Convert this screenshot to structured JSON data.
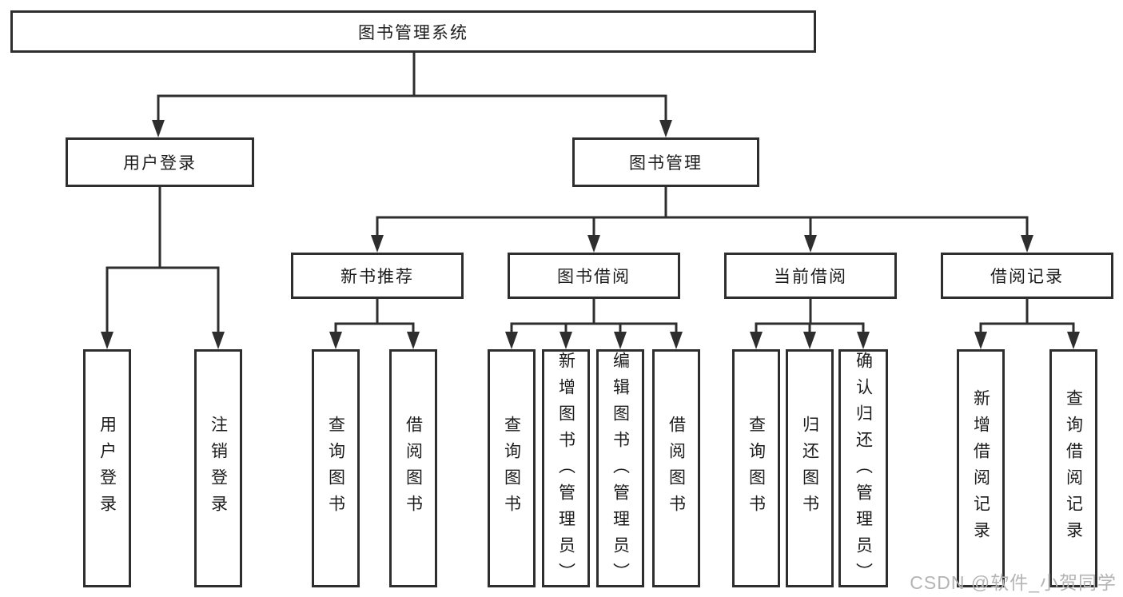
{
  "diagram_title": "图书管理系统",
  "tree": {
    "root": {
      "label": "图书管理系统"
    },
    "branches": [
      {
        "label": "用户登录",
        "children": [
          {
            "label": "用户登录"
          },
          {
            "label": "注销登录"
          }
        ]
      },
      {
        "label": "图书管理",
        "children": [
          {
            "label": "新书推荐",
            "children": [
              {
                "label": "查询图书"
              },
              {
                "label": "借阅图书"
              }
            ]
          },
          {
            "label": "图书借阅",
            "children": [
              {
                "label": "查询图书"
              },
              {
                "label": "新增图书（管理员）"
              },
              {
                "label": "编辑图书（管理员）"
              },
              {
                "label": "借阅图书"
              }
            ]
          },
          {
            "label": "当前借阅",
            "children": [
              {
                "label": "查询图书"
              },
              {
                "label": "归还图书"
              },
              {
                "label": "确认归还（管理员）"
              }
            ]
          },
          {
            "label": "借阅记录",
            "children": [
              {
                "label": "新增借阅记录"
              },
              {
                "label": "查询借阅记录"
              }
            ]
          }
        ]
      }
    ]
  },
  "watermark": {
    "text": "CSDN @软件_小贺同学",
    "color": "#b4b4b4"
  },
  "colors": {
    "line": "#2e2e2e",
    "box_border": "#2e2e2e",
    "text": "#1c1c1c",
    "background": "#ffffff"
  }
}
